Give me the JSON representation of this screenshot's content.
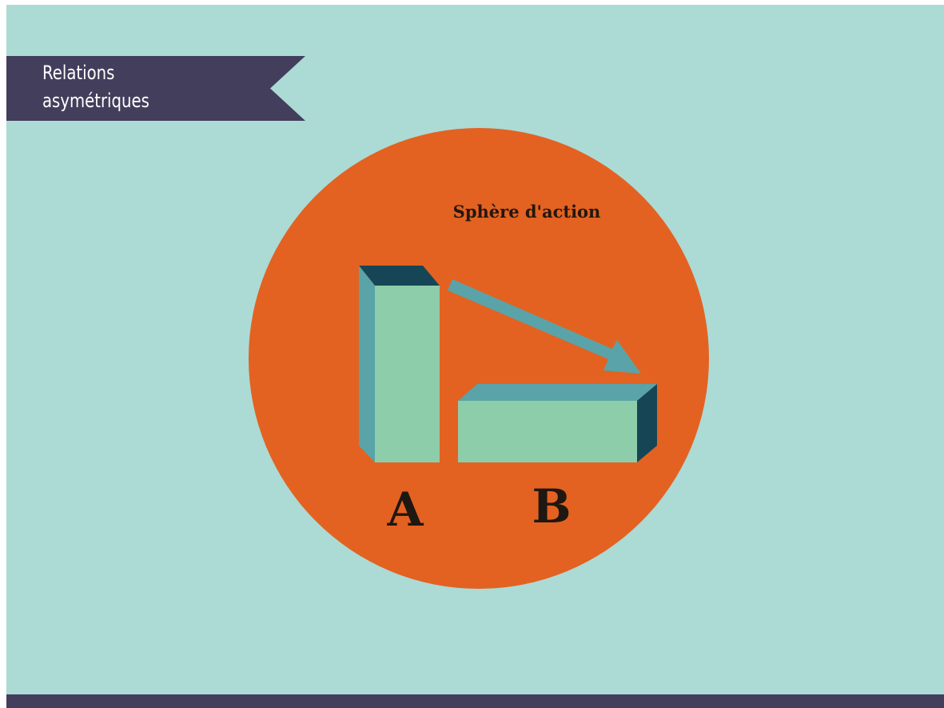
{
  "banner": {
    "line1": "Relations",
    "line2": "asymétriques"
  },
  "diagram": {
    "sphere_label": "Sphère d'action",
    "block_a_label": "A",
    "block_b_label": "B"
  },
  "colors": {
    "background": "#acdad5",
    "banner": "#433e5c",
    "sphere": "#e36221",
    "block_front": "#8ecdaa",
    "block_side": "#5aa3a8",
    "block_dark": "#164656",
    "arrow": "#5aa3a8",
    "label_text": "#1f1712"
  }
}
